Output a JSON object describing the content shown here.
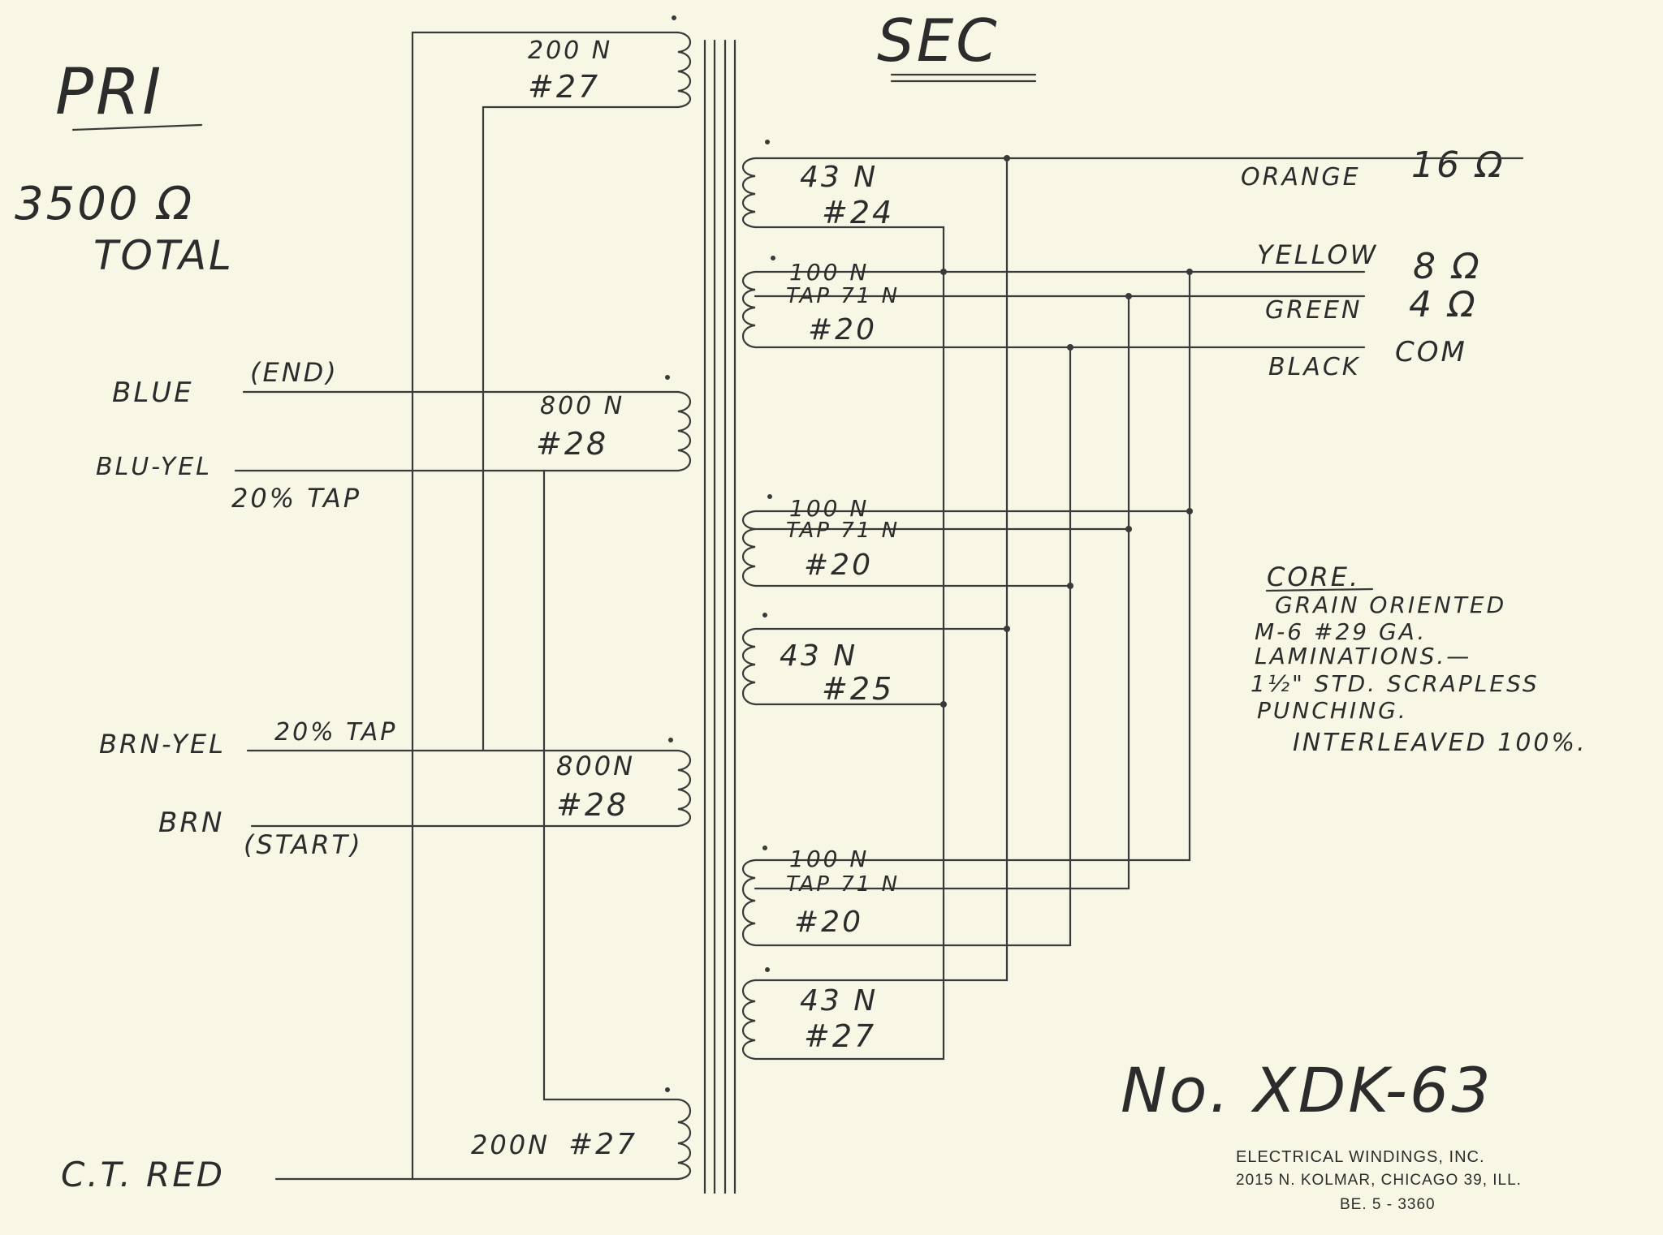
{
  "primary": {
    "heading": "PRI",
    "impedance": "3500 Ω",
    "total": "TOTAL",
    "leads": {
      "blue": "BLUE",
      "blue_note": "(END)",
      "blu_yel": "BLU-YEL",
      "blu_yel_note": "20% TAP",
      "brn_yel": "BRN-YEL",
      "brn_yel_note": "20% TAP",
      "brn": "BRN",
      "brn_note": "(START)",
      "ct": "C.T. RED"
    },
    "windings": [
      {
        "turns": "200 N",
        "wire": "#27"
      },
      {
        "turns": "800 N",
        "wire": "#28"
      },
      {
        "turns": "800N",
        "wire": "#28"
      },
      {
        "turns": "200N",
        "wire": "#27"
      }
    ]
  },
  "secondary": {
    "heading": "SEC",
    "outputs": [
      {
        "color": "ORANGE",
        "value": "16 Ω"
      },
      {
        "color": "YELLOW",
        "value": "8 Ω"
      },
      {
        "color": "GREEN",
        "value": "4 Ω"
      },
      {
        "color": "BLACK",
        "value": "COM"
      }
    ],
    "windings": [
      {
        "turns": "43 N",
        "wire": "#24"
      },
      {
        "turns": "100 N",
        "tap": "TAP 71 N",
        "wire": "#20"
      },
      {
        "turns": "100 N",
        "tap": "TAP 71 N",
        "wire": "#20"
      },
      {
        "turns": "43 N",
        "wire": "#25"
      },
      {
        "turns": "100 N",
        "tap": "TAP 71 N",
        "wire": "#20"
      },
      {
        "turns": "43 N",
        "wire": "#27"
      }
    ]
  },
  "core": {
    "heading": "CORE.",
    "lines": [
      "GRAIN ORIENTED",
      "M-6 #29 GA.",
      "LAMINATIONS.—",
      "1½\" STD. SCRAPLESS",
      "PUNCHING.",
      "INTERLEAVED 100%."
    ]
  },
  "drawing_number": "No. XDK-63",
  "company": {
    "name": "ELECTRICAL WINDINGS, INC.",
    "address": "2015 N. KOLMAR, CHICAGO 39, ILL.",
    "phone": "BE. 5 - 3360"
  }
}
